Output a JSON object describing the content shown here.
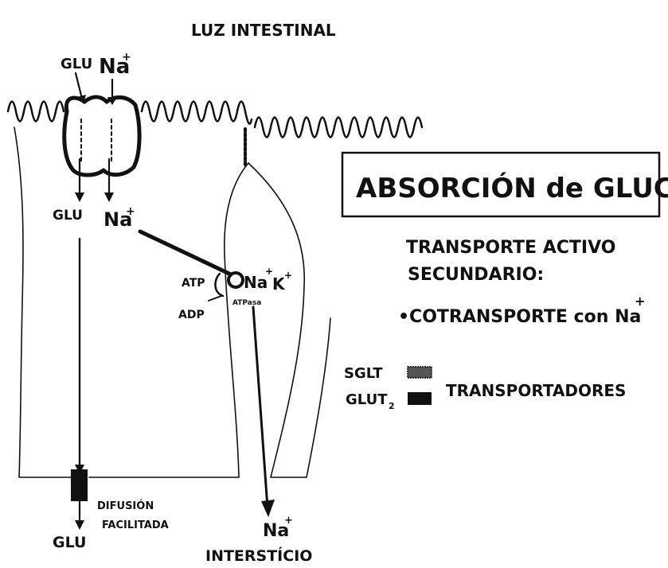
{
  "header": {
    "lumen_label": "LUZ INTESTINAL"
  },
  "title_box": {
    "title": "ABSORCIÓN de GLUCOSA"
  },
  "notes": {
    "line1": "TRANSPORTE ACTIVO",
    "line2": "SECUNDARIO:",
    "bullet": "•COTRANSPORTE con Na",
    "bullet_sup": "+"
  },
  "legend": {
    "sglt": "SGLT",
    "glut2": "GLUT",
    "glut2_sub": "2",
    "group_label": "TRANSPORTADORES"
  },
  "molecules": {
    "glu_top": "GLU",
    "na_top": "Na",
    "na_top_sup": "+",
    "glu_mid": "GLU",
    "na_mid": "Na",
    "na_mid_sup": "+",
    "glu_bottom": "GLU",
    "na_pump": "Na",
    "na_pump_sup": "+",
    "k_pump": "K",
    "k_pump_sup": "+",
    "atp": "ATP",
    "adp": "ADP",
    "atpase": "ATPasa",
    "na_bottom": "Na",
    "na_bottom_sup": "+"
  },
  "labels": {
    "diffusion_1": "DIFUSIÓN",
    "diffusion_2": "FACILITADA",
    "interstitium": "INTERSTÍCIO"
  },
  "colors": {
    "ink": "#111111",
    "background": "#ffffff",
    "transporter_fill": "#111111",
    "sglt_fill": "#555555"
  }
}
